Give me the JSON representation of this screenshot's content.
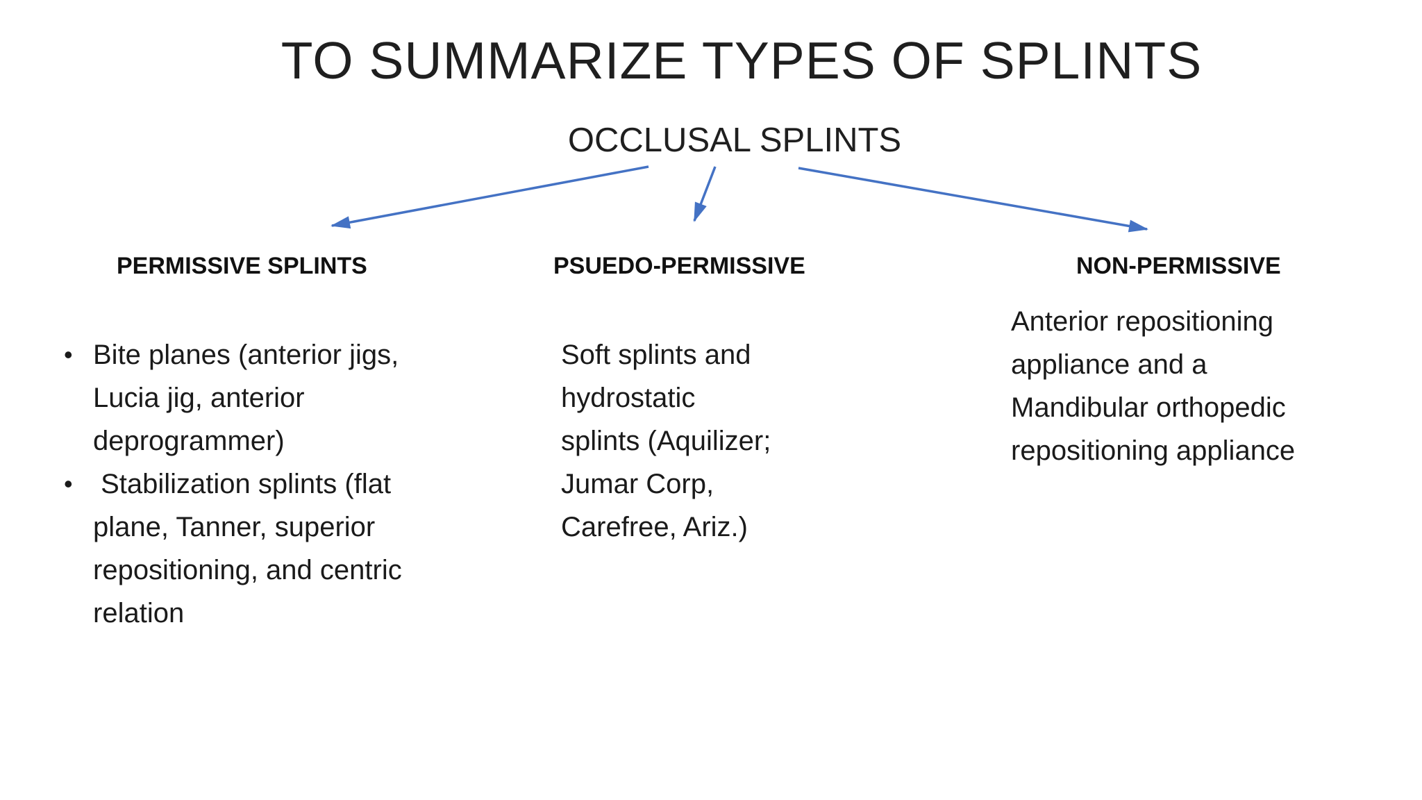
{
  "slide": {
    "title": "TO SUMMARIZE TYPES OF SPLINTS",
    "subtitle": "OCCLUSAL SPLINTS",
    "arrow_color": "#4472c4",
    "text_color": "#1a1a1a",
    "columns": [
      {
        "header": "PERMISSIVE SPLINTS",
        "bullets": [
          {
            "lines": [
              "Bite planes (anterior jigs,",
              "Lucia jig, anterior",
              "deprogrammer)"
            ]
          },
          {
            "lines": [
              " Stabilization splints (flat",
              "plane, Tanner, superior",
              "repositioning, and centric",
              "relation"
            ]
          }
        ]
      },
      {
        "header": "PSUEDO-PERMISSIVE",
        "lines": [
          "Soft splints and",
          "hydrostatic",
          "splints (Aquilizer;",
          "Jumar Corp,",
          "Carefree, Ariz.)"
        ]
      },
      {
        "header": "NON-PERMISSIVE",
        "lines": [
          "Anterior repositioning",
          "appliance and a",
          "Mandibular orthopedic",
          "repositioning appliance"
        ]
      }
    ]
  }
}
